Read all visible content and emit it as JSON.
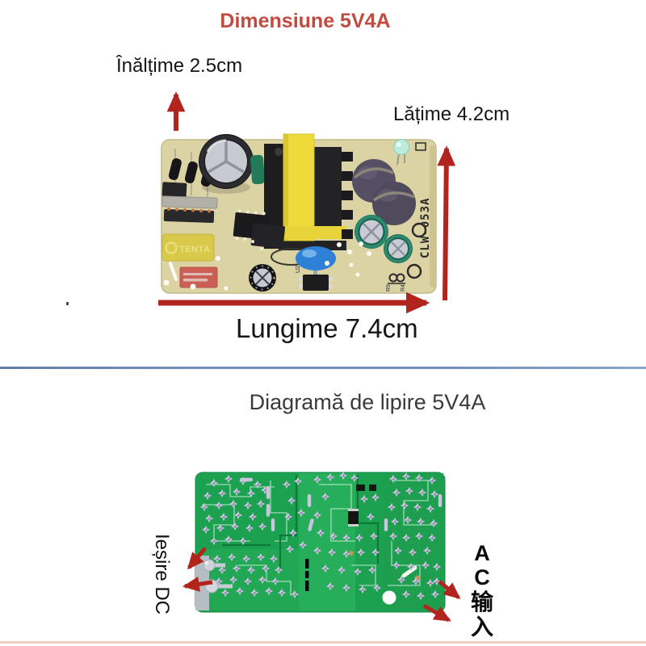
{
  "dimensions_section": {
    "title": "Dimensiune 5V4A",
    "height_label": "Înălțime 2.5cm",
    "width_label": "Lățime 4.2cm",
    "length_label": "Lungime 7.4cm",
    "board_markings": {
      "model": "CLW-053A",
      "film_capacitor_brand": "TENTA",
      "ref_r9": "R9",
      "ref_r4": "R4",
      "ref_u2": "U2"
    }
  },
  "soldering_section": {
    "title": "Diagramă de lipire 5V4A",
    "dc_output_label": "Ieșire DC",
    "ac_input": {
      "char1": "A",
      "char2": "C",
      "char3": "输",
      "char4": "入"
    }
  },
  "colors": {
    "title_red": "#c24b41",
    "arrow_red": "#b2241e",
    "divider_blue": "#6c89b8",
    "bottom_rule_pink": "#f2cdc6",
    "pcb_top_board": "#dbd3a4",
    "pcb_bottom_board": "#1ca150"
  }
}
